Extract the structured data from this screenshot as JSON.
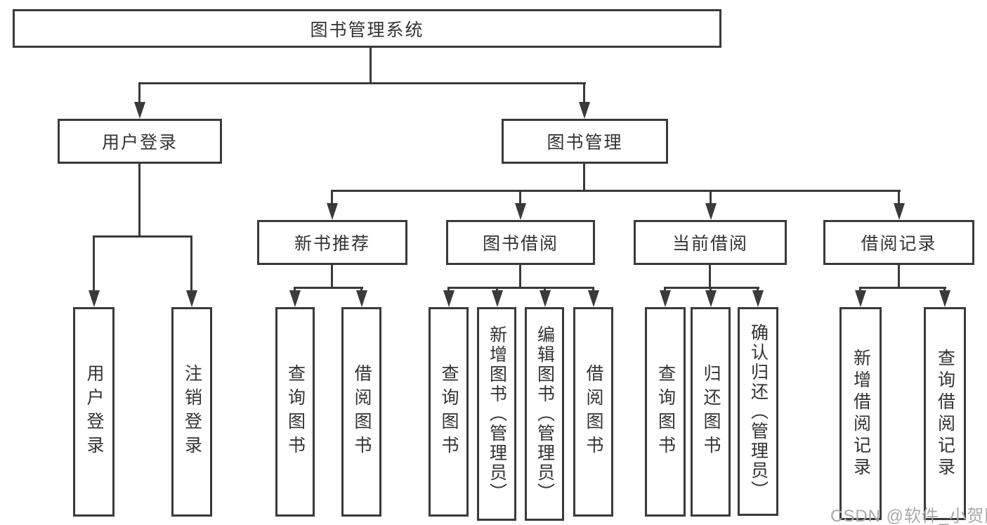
{
  "tree": {
    "root": {
      "label": "图书管理系统"
    },
    "branches": [
      {
        "label": "用户登录",
        "children": [
          {
            "label": "用户登录"
          },
          {
            "label": "注销登录"
          }
        ]
      },
      {
        "label": "图书管理",
        "children": [
          {
            "label": "新书推荐",
            "children": [
              {
                "label": "查询图书"
              },
              {
                "label": "借阅图书"
              }
            ]
          },
          {
            "label": "图书借阅",
            "children": [
              {
                "label": "查询图书"
              },
              {
                "label": "新增图书（管理员）"
              },
              {
                "label": "编辑图书（管理员）"
              },
              {
                "label": "借阅图书"
              }
            ]
          },
          {
            "label": "当前借阅",
            "children": [
              {
                "label": "查询图书"
              },
              {
                "label": "归还图书"
              },
              {
                "label": "确认归还（管理员）"
              }
            ]
          },
          {
            "label": "借阅记录",
            "children": [
              {
                "label": "新增借阅记录"
              },
              {
                "label": "查询借阅记录"
              }
            ]
          }
        ]
      }
    ]
  },
  "watermark": {
    "text": "CSDN @软件_小贺同学",
    "color": "#a8a8a8"
  },
  "colors": {
    "line": "#3a3a3a",
    "text": "#333333",
    "box_background": "#ffffff",
    "page_background": "#ffffff"
  }
}
